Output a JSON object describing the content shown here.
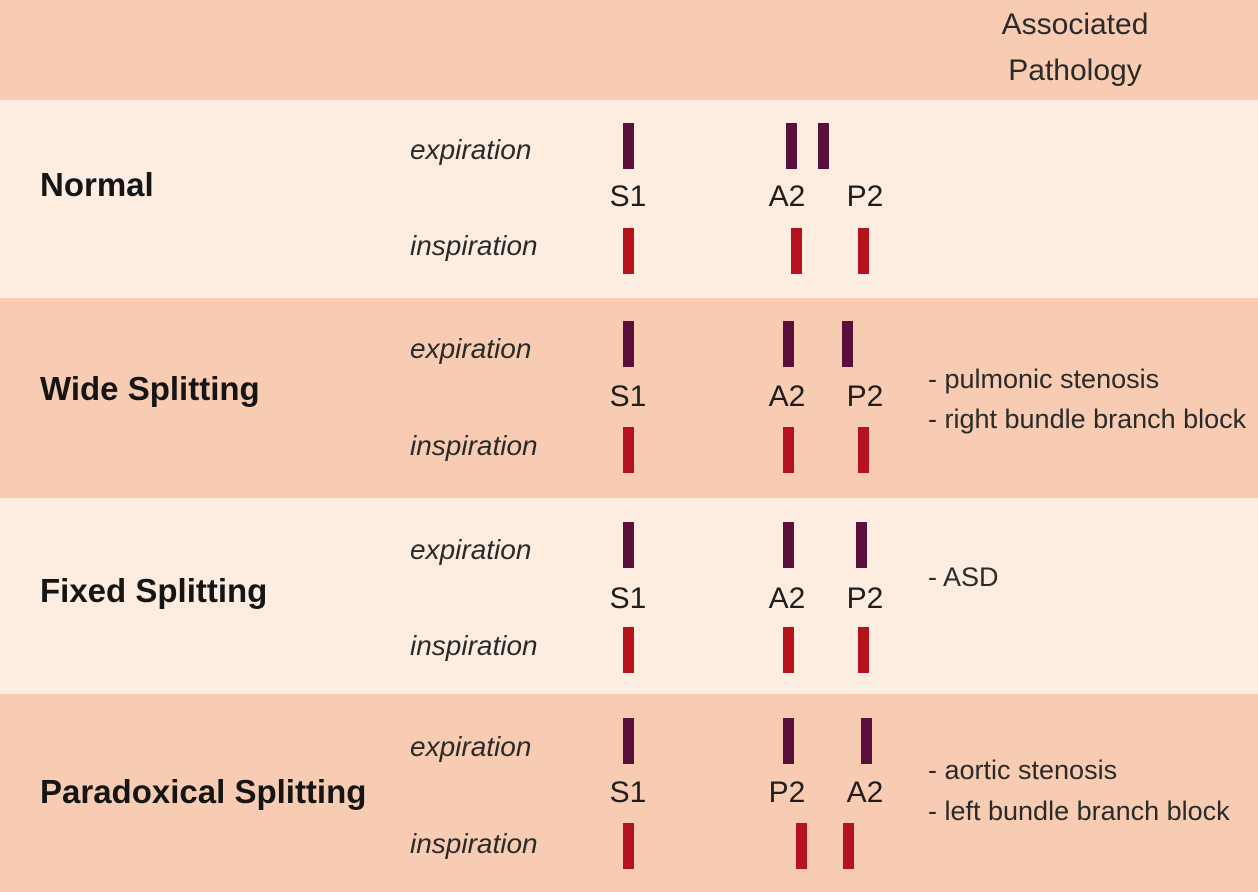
{
  "header": {
    "pathology_line1": "Associated",
    "pathology_line2": "Pathology"
  },
  "phases": {
    "expiration": "expiration",
    "inspiration": "inspiration"
  },
  "rows": [
    {
      "title": "Normal",
      "sounds": [
        "S1",
        "A2",
        "P2"
      ],
      "pathology": []
    },
    {
      "title": "Wide Splitting",
      "sounds": [
        "S1",
        "A2",
        "P2"
      ],
      "pathology": [
        "- pulmonic stenosis",
        "- right bundle branch block"
      ]
    },
    {
      "title": "Fixed Splitting",
      "sounds": [
        "S1",
        "A2",
        "P2"
      ],
      "pathology": [
        "- ASD"
      ]
    },
    {
      "title": "Paradoxical Splitting",
      "sounds": [
        "S1",
        "P2",
        "A2"
      ],
      "pathology": [
        "- aortic stenosis",
        "- left bundle branch block"
      ]
    }
  ],
  "colors": {
    "expiration_bar": "#5a0f3c",
    "inspiration_bar": "#b5141e",
    "band_dark": "#f8ccb2",
    "band_light": "#fdede1"
  }
}
